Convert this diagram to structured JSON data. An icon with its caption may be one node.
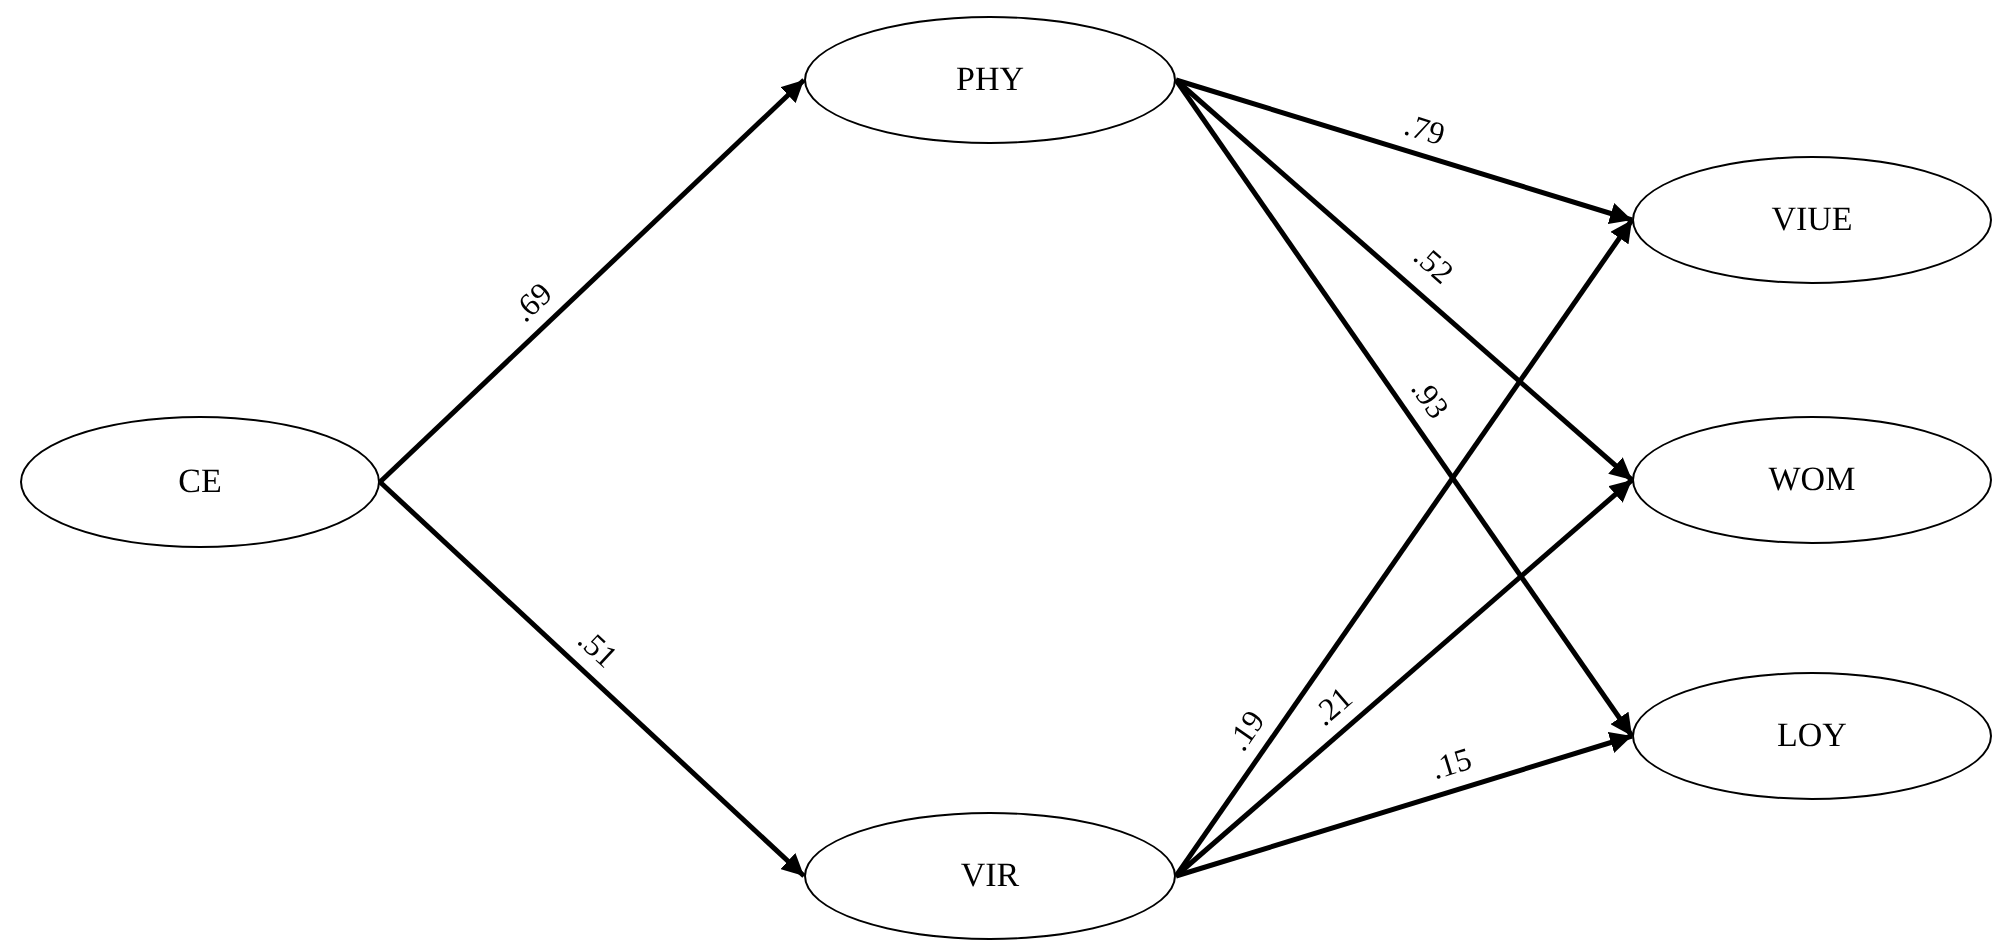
{
  "diagram": {
    "nodes": [
      {
        "text": [
          "CE"
        ]
      },
      {
        "text": [
          "PHY"
        ]
      },
      {
        "text": [
          "VIR"
        ]
      },
      {
        "text": [
          "VIUE"
        ]
      },
      {
        "text": [
          "WOM"
        ]
      },
      {
        "text": [
          "LOY"
        ]
      }
    ],
    "edges": [
      {
        "from": 0,
        "to": 1,
        "arrow": "to",
        "label": ".69"
      },
      {
        "from": 0,
        "to": 2,
        "arrow": "to",
        "label": ".51"
      },
      {
        "from": 1,
        "to": 3,
        "arrow": "to",
        "label": ".79"
      },
      {
        "from": 1,
        "to": 4,
        "arrow": "to",
        "label": ".52"
      },
      {
        "from": 1,
        "to": 5,
        "arrow": "to",
        "label": ".93"
      },
      {
        "from": 2,
        "to": 3,
        "arrow": "to",
        "label": ".19"
      },
      {
        "from": 2,
        "to": 4,
        "arrow": "to",
        "label": ".21"
      },
      {
        "from": 2,
        "to": 5,
        "arrow": "to",
        "label": ".15"
      }
    ]
  }
}
